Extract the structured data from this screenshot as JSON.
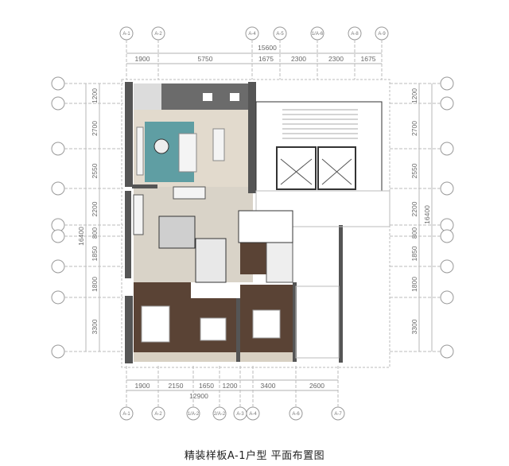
{
  "title": "精装样板A-1户型 平面布置图",
  "top_axes": [
    "A-1",
    "A-2",
    "A-4",
    "A-5",
    "1/A-6",
    "A-8",
    "A-9"
  ],
  "top_total": "15600",
  "top_segments": [
    "1900",
    "5750",
    "1675",
    "2300",
    "2300",
    "1675"
  ],
  "bottom_axes": [
    "A-1",
    "A-2",
    "1/A-2",
    "2/A-2",
    "A-3",
    "A-4",
    "A-6",
    "A-7"
  ],
  "bottom_total": "12900",
  "bottom_segments": [
    "1900",
    "2150",
    "1650",
    "1200",
    "3400",
    "2600"
  ],
  "left_total": "16400",
  "left_segments": [
    "1200",
    "2700",
    "2550",
    "2200",
    "800",
    "1850",
    "1800",
    "3300"
  ],
  "right_total": "16400",
  "right_segments": [
    "1200",
    "2700",
    "2550",
    "2200",
    "800",
    "1850",
    "1800",
    "3300"
  ],
  "colors": {
    "wall": "#555555",
    "floor": "#e2dacd",
    "wood": "#5a4335",
    "rug": "#5f9ea3",
    "balcony": "#6b6b6b"
  }
}
